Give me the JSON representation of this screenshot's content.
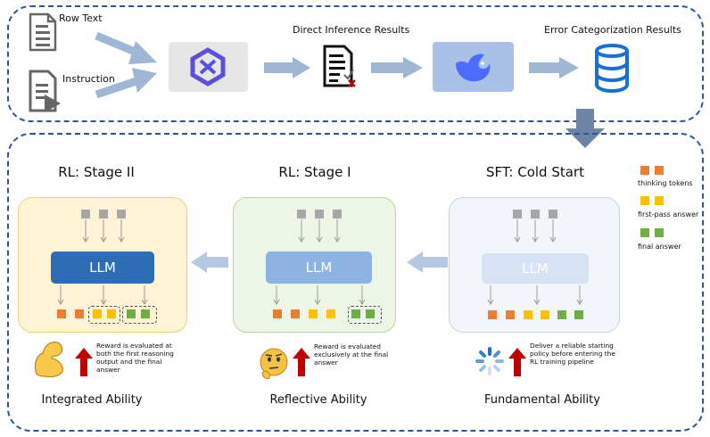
{
  "top_panel": {
    "row_text_label": "Row Text",
    "instruction_label": "Instruction",
    "direct_inference_label": "Direct Inference Results",
    "error_categorization_label": "Error Categorization Results"
  },
  "stages": [
    {
      "title": "RL: Stage II",
      "llm_label": "LLM",
      "description": "Reward is evaluated at both the first reasoning output and the final answer",
      "ability": "Integrated Ability"
    },
    {
      "title": "RL: Stage I",
      "llm_label": "LLM",
      "description": "Reward is evaluated exclusively at the final answer",
      "ability": "Reflective Ability"
    },
    {
      "title": "SFT: Cold Start",
      "llm_label": "LLM",
      "description": "Deliver a reliable starting policy before entering the RL training pipeline",
      "ability": "Fundamental Ability"
    }
  ],
  "legend": [
    {
      "label": "thinking tokens",
      "color": "#ed7d31"
    },
    {
      "label": "first-pass answer",
      "color": "#ffc000"
    },
    {
      "label": "final answer",
      "color": "#70ad47"
    }
  ],
  "colors": {
    "panel_border": "#2f5597",
    "arrow": "#9fb6d4",
    "big_arrow": "#6d84a6",
    "input_token": "#a6a6a6",
    "stage2_card": "#fff3d6",
    "stage1_card": "#edf6e6",
    "sft_card": "#f2f6fb",
    "red_arrow": "#c00000"
  },
  "icons": [
    "document-icon",
    "instruction-icon",
    "qwen-logo-icon",
    "evaluated-document-icon",
    "deepseek-whale-icon",
    "database-icon",
    "flexed-arm-icon",
    "thinking-face-icon",
    "loading-spinner-icon",
    "red-up-arrow-icon"
  ]
}
